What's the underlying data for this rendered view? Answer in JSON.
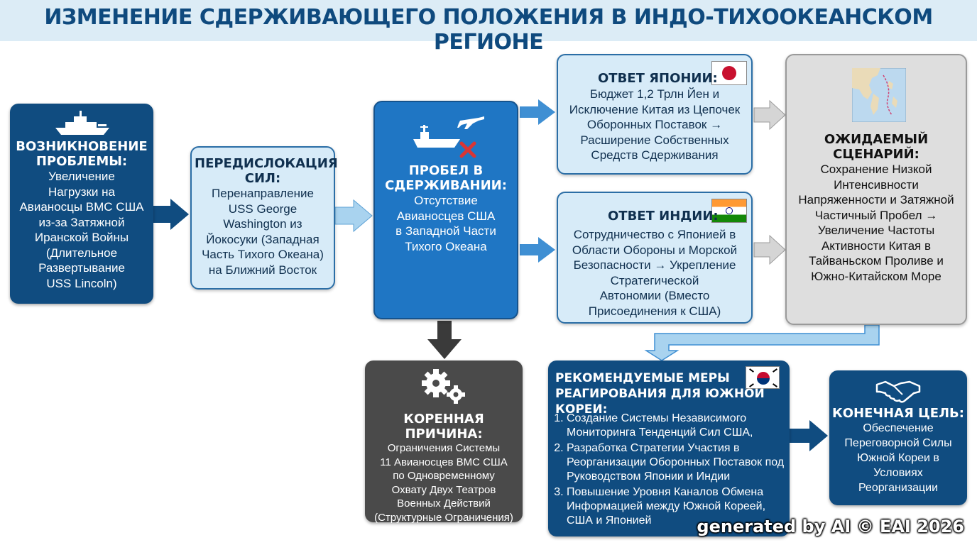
{
  "title": "ИЗМЕНЕНИЕ СДЕРЖИВАЮЩЕГО ПОЛОЖЕНИЯ В ИНДО-ТИХООКЕАНСКОМ РЕГИОНЕ",
  "problem": {
    "heading": "ВОЗНИКНОВЕНИЕ ПРОБЛЕМЫ:",
    "lines": [
      "Увеличение",
      "Нагрузки на",
      "Авианосцы ВМС США",
      "из-за Затяжной",
      "Иранской Войны",
      "(Длительное",
      "Развертывание",
      "USS Lincoln)"
    ]
  },
  "redeploy": {
    "heading": "ПЕРЕДИСЛОКАЦИЯ СИЛ:",
    "lines": [
      "Перенаправление",
      "USS George",
      "Washington из",
      "Йокосуки (Западная",
      "Часть Тихого Океана)",
      "на Ближний Восток"
    ]
  },
  "gap": {
    "heading": "ПРОБЕЛ В СДЕРЖИВАНИИ:",
    "lines": [
      "Отсутствие",
      "Авианосцев США",
      "в Западной Части",
      "Тихого Океана"
    ]
  },
  "root": {
    "heading": "КОРЕННАЯ ПРИЧИНА:",
    "lines": [
      "Ограничения Системы",
      "11 Авианосцев ВМС США",
      "по Одновременному",
      "Охвату Двух Театров",
      "Военных Действий",
      "(Структурные Ограничения)"
    ]
  },
  "japan": {
    "heading": "ОТВЕТ ЯПОНИИ:",
    "lines": [
      "Бюджет 1,2 Трлн Йен и",
      "Исключение Китая из Цепочек",
      "Оборонных Поставок →",
      "Расширение Собственных",
      "Средств Сдерживания"
    ]
  },
  "india": {
    "heading": "ОТВЕТ ИНДИИ:",
    "lines": [
      "Сотрудничество с Японией в",
      "Области Обороны и Морской",
      "Безопасности → Укрепление",
      "Стратегической",
      "Автономии (Вместо",
      "Присоединения к США)"
    ]
  },
  "scenario": {
    "heading": "ОЖИДАЕМЫЙ СЦЕНАРИЙ:",
    "lines": [
      "Сохранение Низкой",
      "Интенсивности",
      "Напряженности и Затяжной",
      "Частичный Пробел →",
      "Увеличение Частоты",
      "Активности Китая в",
      "Тайваньском Проливе и",
      "Южно-Китайском Море"
    ]
  },
  "recommend": {
    "heading_lines": [
      "РЕКОМЕНДУЕМЫЕ МЕРЫ",
      "РЕАГИРОВАНИЯ ДЛЯ ЮЖНОЙ КОРЕИ:"
    ],
    "items": [
      "Создание Системы Независимого Мониторинга Тенденций Сил США,",
      "Разработка Стратегии Участия в Реорганизации Оборонных Поставок под Руководством Японии и Индии",
      "Повышение Уровня Каналов Обмена Информацией между Южной Кореей, США и Японией"
    ]
  },
  "goal": {
    "heading": "КОНЕЧНАЯ ЦЕЛЬ:",
    "lines": [
      "Обеспечение",
      "Переговорной Силы",
      "Южной Кореи в",
      "Условиях",
      "Реорганизации"
    ]
  },
  "watermark": "generated by AI © EAI 2026",
  "icons": {
    "problem": "warship-icon",
    "gap": "carrier-airplane-icon",
    "root": "gears-icon",
    "scenario": "map-icon",
    "goal": "handshake-icon",
    "japan_flag": "japan-flag-icon",
    "india_flag": "india-flag-icon",
    "korea_flag": "korea-flag-icon"
  },
  "colors": {
    "dark_blue": "#104c80",
    "mid_blue": "#1f76c4",
    "light_blue": "#d7ebf8",
    "gray": "#dedede",
    "dark_gray": "#4a4a4a",
    "red_x": "#d93535"
  }
}
